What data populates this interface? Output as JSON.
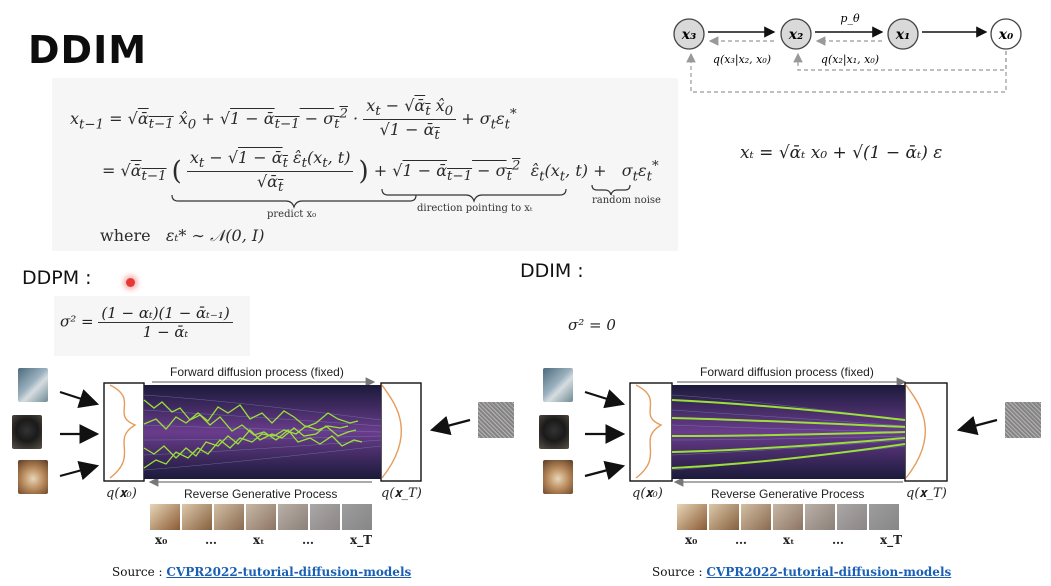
{
  "slide": {
    "title": "DDIM",
    "ddpm_label": "DDPM :",
    "ddim_label": "DDIM :"
  },
  "equations": {
    "line1": "x_{t-1} = √ᾱ_{t-1} x̂_0 + √(1 − ᾱ_{t-1} − σ_t²) · (x_t − √ᾱ_t x̂_0) / √(1 − ᾱ_t) + σ_t ε_t*",
    "predict_label": "predict x₀",
    "direction_label": "direction pointing to xₜ",
    "random_noise_label": "random noise",
    "where_label": "where",
    "where_eq": "εₜ* ∼ 𝒩(0, I)",
    "forward_eq": "xₜ = √ᾱₜ x₀ + √(1 − ᾱₜ) ε",
    "ddpm_sigma_lhs": "σ² =",
    "ddpm_sigma_num": "(1 − αₜ)(1 − ᾱₜ₋₁)",
    "ddpm_sigma_den": "1 − ᾱₜ",
    "ddim_sigma": "σ² = 0"
  },
  "chain": {
    "nodes": [
      "x₃",
      "x₂",
      "x₁",
      "x₀"
    ],
    "p_label": "p_θ",
    "q1_label": "q(x₃|x₂, x₀)",
    "q2_label": "q(x₂|x₁, x₀)"
  },
  "diagram": {
    "forward_label": "Forward diffusion process (fixed)",
    "reverse_label": "Reverse Generative Process",
    "q_x0": "q(𝐱₀)",
    "q_xT": "q(𝐱_T)",
    "x_labels": [
      "𝐱₀",
      "…",
      "𝐱ₜ",
      "…",
      "𝐱_T"
    ]
  },
  "source": {
    "prefix": "Source :",
    "link_text": "CVPR2022-tutorial-diffusion-models"
  },
  "colors": {
    "link": "#1a5fb4",
    "trajectory": "#9be03a",
    "band_dark": "#1b1a3a",
    "band_light": "#6a3c8c",
    "density": "#e0853e",
    "pointer": "#e53935"
  }
}
